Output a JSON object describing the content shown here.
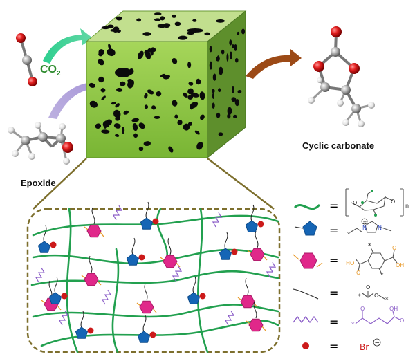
{
  "reactant_gas": {
    "base": "CO",
    "subscript": "2"
  },
  "reactant_substrate": {
    "label": "Epoxide"
  },
  "product": {
    "label": "Cyclic carbonate"
  },
  "legend": [
    {
      "item": "cellulose-chain",
      "equals": "=",
      "subscript": "n",
      "atom_labels": [
        "O",
        "O"
      ]
    },
    {
      "item": "imidazolium-cation",
      "equals": "=",
      "atom_labels": [
        "N",
        "N",
        "+"
      ]
    },
    {
      "item": "terephthalate-linker",
      "equals": "=",
      "atom_labels": [
        "HO",
        "OH",
        "O",
        "O"
      ]
    },
    {
      "item": "ester-linkage",
      "equals": "=",
      "atom_labels": [
        "O",
        "O"
      ]
    },
    {
      "item": "succinate-linker",
      "equals": "=",
      "atom_labels": [
        "O",
        "OH",
        "O"
      ]
    },
    {
      "item": "bromide-anion",
      "equals": "=",
      "atom_labels": [
        "Br",
        "−"
      ]
    }
  ],
  "colors": {
    "cube_front": "#8dc63f",
    "cube_top": "#c2df8e",
    "cube_side": "#5e8f2c",
    "cellulose": "#22a04f",
    "imidazolium": "#1565b5",
    "terephthalate": "#e0288a",
    "succinate": "#8a5cc7",
    "bromide": "#cc1a1a",
    "frame": "#7d6f2d",
    "orange_linker": "#e89a2a"
  }
}
